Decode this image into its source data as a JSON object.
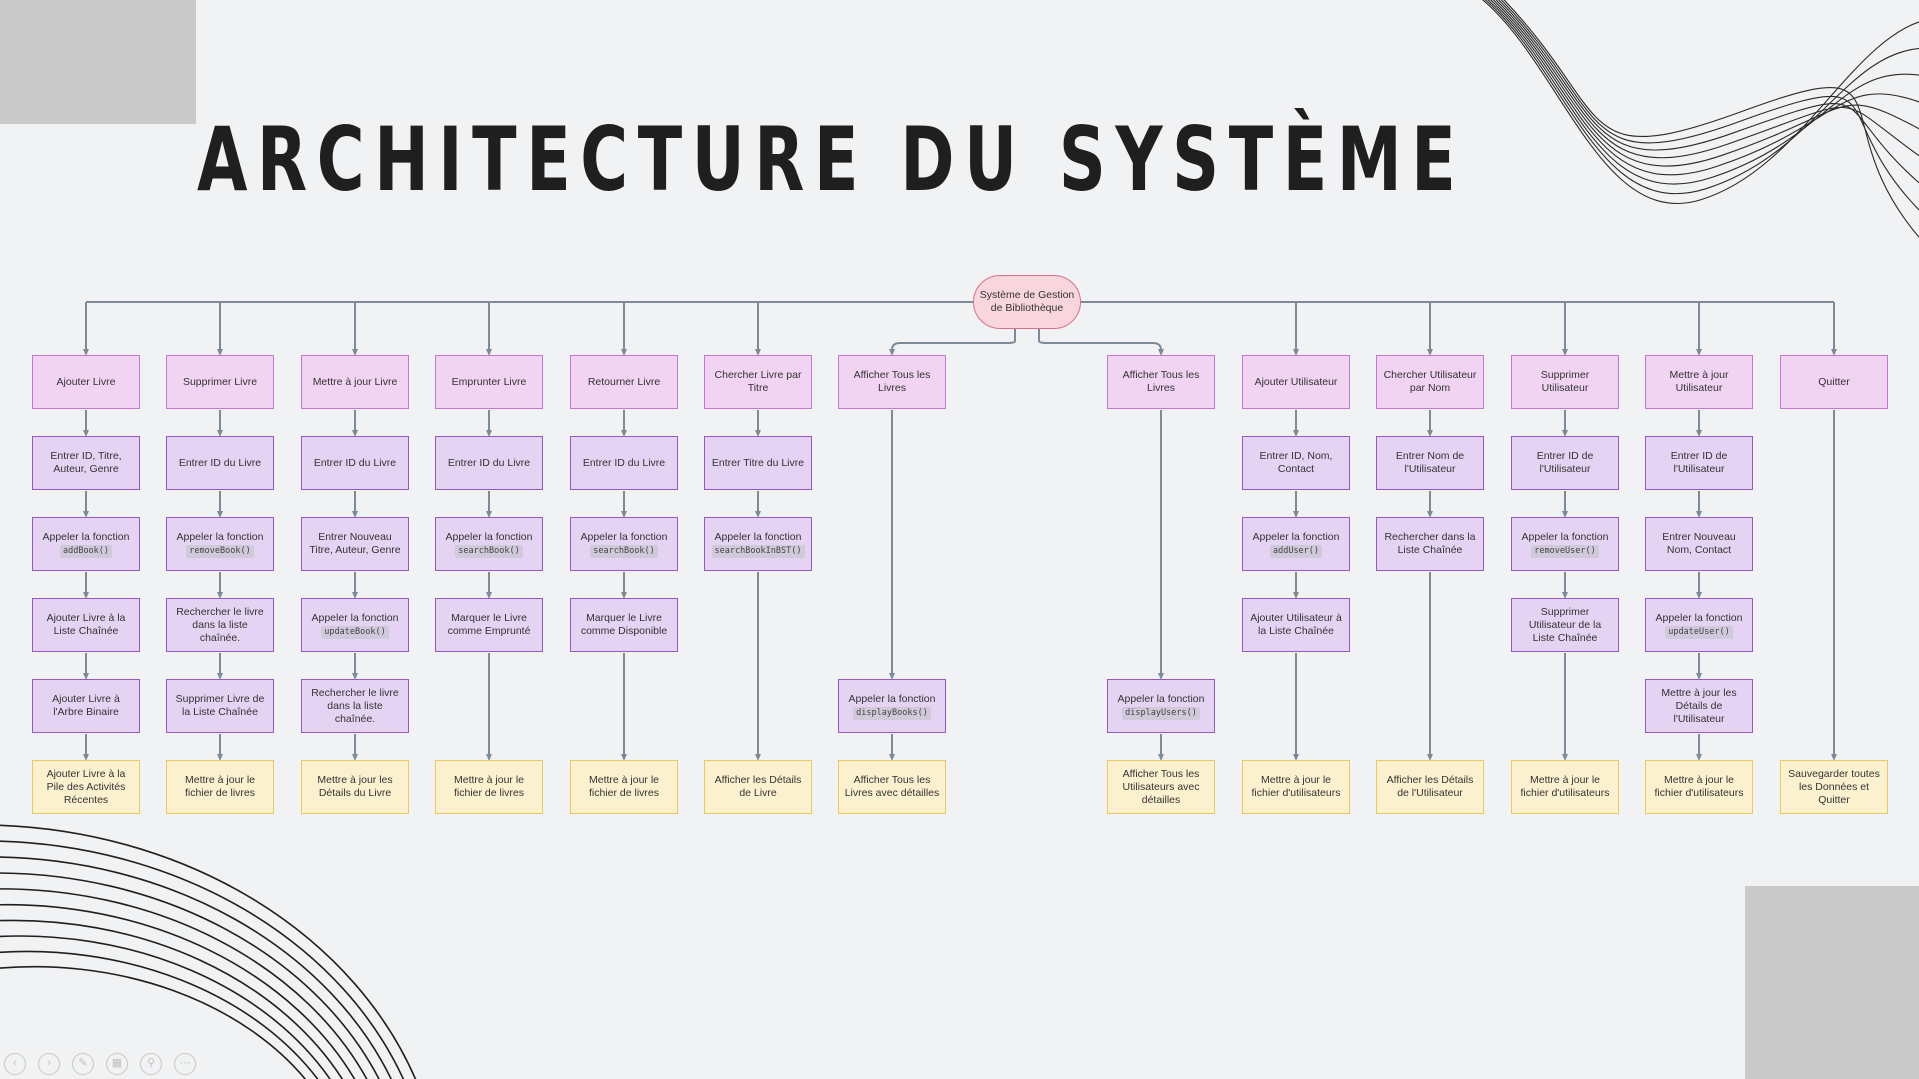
{
  "title": "ARCHITECTURE DU SYSTÈME",
  "colors": {
    "background": "#f0f2f4",
    "root_fill": "#f9d6de",
    "root_border": "#d9708a",
    "header_fill": "#f1d3f2",
    "header_border": "#c675d8",
    "step_fill": "#e5d3f3",
    "step_border": "#9858c4",
    "end_fill": "#fcf1cf",
    "end_border": "#ecc95e",
    "edge": "#7d8a98"
  },
  "diagram": {
    "root": {
      "label": "Système de Gestion de Bibliothèque"
    },
    "branches": [
      {
        "nodes": [
          {
            "label": "Ajouter Livre",
            "kind": "head"
          },
          {
            "label": "Entrer ID, Titre, Auteur, Genre",
            "kind": "step"
          },
          {
            "label": "Appeler la fonction",
            "code": "addBook()",
            "kind": "step"
          },
          {
            "label": "Ajouter Livre à la Liste Chaînée",
            "kind": "step"
          },
          {
            "label": "Ajouter Livre à l'Arbre Binaire",
            "kind": "step"
          },
          {
            "label": "Ajouter Livre à la Pile des Activités Récentes",
            "kind": "end"
          }
        ]
      },
      {
        "nodes": [
          {
            "label": "Supprimer Livre",
            "kind": "head"
          },
          {
            "label": "Entrer ID du Livre",
            "kind": "step"
          },
          {
            "label": "Appeler la fonction",
            "code": "removeBook()",
            "kind": "step"
          },
          {
            "label": "Rechercher le livre dans la liste chaînée.",
            "kind": "step"
          },
          {
            "label": "Supprimer Livre de la Liste Chaînée",
            "kind": "step"
          },
          {
            "label": "Mettre à jour le fichier de livres",
            "kind": "end"
          }
        ]
      },
      {
        "nodes": [
          {
            "label": "Mettre à jour Livre",
            "kind": "head"
          },
          {
            "label": "Entrer ID du Livre",
            "kind": "step"
          },
          {
            "label": "Entrer Nouveau Titre, Auteur, Genre",
            "kind": "step"
          },
          {
            "label": "Appeler la fonction",
            "code": "updateBook()",
            "kind": "step"
          },
          {
            "label": "Rechercher le livre dans la liste chaînée.",
            "kind": "step"
          },
          {
            "label": "Mettre à jour les Détails du Livre",
            "kind": "end"
          }
        ]
      },
      {
        "nodes": [
          {
            "label": "Emprunter Livre",
            "kind": "head"
          },
          {
            "label": "Entrer ID du Livre",
            "kind": "step"
          },
          {
            "label": "Appeler la fonction",
            "code": "searchBook()",
            "kind": "step"
          },
          {
            "label": "Marquer le Livre comme Emprunté",
            "kind": "step"
          },
          {
            "label": "Mettre à jour le fichier de livres",
            "kind": "end"
          }
        ]
      },
      {
        "nodes": [
          {
            "label": "Retourner Livre",
            "kind": "head"
          },
          {
            "label": "Entrer ID du Livre",
            "kind": "step"
          },
          {
            "label": "Appeler la fonction",
            "code": "searchBook()",
            "kind": "step"
          },
          {
            "label": "Marquer le Livre comme Disponible",
            "kind": "step"
          },
          {
            "label": "Mettre à jour le fichier de livres",
            "kind": "end"
          }
        ]
      },
      {
        "nodes": [
          {
            "label": "Chercher Livre par Titre",
            "kind": "head"
          },
          {
            "label": "Entrer Titre du Livre",
            "kind": "step"
          },
          {
            "label": "Appeler la fonction",
            "code": "searchBookInBST()",
            "kind": "step"
          },
          {
            "label": "Afficher les Détails de Livre",
            "kind": "end"
          }
        ]
      },
      {
        "nodes": [
          {
            "label": "Afficher Tous les Livres",
            "kind": "head"
          },
          {
            "label": "Appeler la fonction",
            "code": "displayBooks()",
            "kind": "step"
          },
          {
            "label": "Afficher Tous les Livres avec détailles",
            "kind": "end"
          }
        ]
      },
      {
        "nodes": [
          {
            "label": "Afficher Tous les Livres",
            "kind": "head"
          },
          {
            "label": "Appeler la fonction",
            "code": "displayUsers()",
            "kind": "step"
          },
          {
            "label": "Afficher Tous les Utilisateurs avec détailles",
            "kind": "end"
          }
        ]
      },
      {
        "nodes": [
          {
            "label": "Ajouter Utilisateur",
            "kind": "head"
          },
          {
            "label": "Entrer ID, Nom, Contact",
            "kind": "step"
          },
          {
            "label": "Appeler la fonction",
            "code": "addUser()",
            "kind": "step"
          },
          {
            "label": "Ajouter Utilisateur à la Liste Chaînée",
            "kind": "step"
          },
          {
            "label": "Mettre à jour le fichier d'utilisateurs",
            "kind": "end"
          }
        ]
      },
      {
        "nodes": [
          {
            "label": "Chercher Utilisateur par Nom",
            "kind": "head"
          },
          {
            "label": "Entrer Nom de l'Utilisateur",
            "kind": "step"
          },
          {
            "label": "Rechercher dans la Liste Chaînée",
            "kind": "step"
          },
          {
            "label": "Afficher les Détails de l'Utilisateur",
            "kind": "end"
          }
        ]
      },
      {
        "nodes": [
          {
            "label": "Supprimer Utilisateur",
            "kind": "head"
          },
          {
            "label": "Entrer ID de l'Utilisateur",
            "kind": "step"
          },
          {
            "label": "Appeler la fonction",
            "code": "removeUser()",
            "kind": "step"
          },
          {
            "label": "Supprimer Utilisateur de la Liste Chaînée",
            "kind": "step"
          },
          {
            "label": "Mettre à jour le fichier d'utilisateurs",
            "kind": "end"
          }
        ]
      },
      {
        "nodes": [
          {
            "label": "Mettre à jour Utilisateur",
            "kind": "head"
          },
          {
            "label": "Entrer ID de l'Utilisateur",
            "kind": "step"
          },
          {
            "label": "Entrer Nouveau Nom, Contact",
            "kind": "step"
          },
          {
            "label": "Appeler la fonction",
            "code": "updateUser()",
            "kind": "step"
          },
          {
            "label": "Mettre à jour les Détails de l'Utilisateur",
            "kind": "step"
          },
          {
            "label": "Mettre à jour le fichier d'utilisateurs",
            "kind": "end"
          }
        ]
      },
      {
        "nodes": [
          {
            "label": "Quitter",
            "kind": "head"
          },
          {
            "label": "Sauvegarder toutes les Données et Quitter",
            "kind": "end"
          }
        ]
      }
    ]
  },
  "toolbar": [
    {
      "icon": "prev-icon",
      "glyph": "‹"
    },
    {
      "icon": "next-icon",
      "glyph": "›"
    },
    {
      "icon": "pen-icon",
      "glyph": "✎"
    },
    {
      "icon": "slides-icon",
      "glyph": "▦"
    },
    {
      "icon": "zoom-icon",
      "glyph": "⚲"
    },
    {
      "icon": "more-icon",
      "glyph": "⋯"
    }
  ]
}
